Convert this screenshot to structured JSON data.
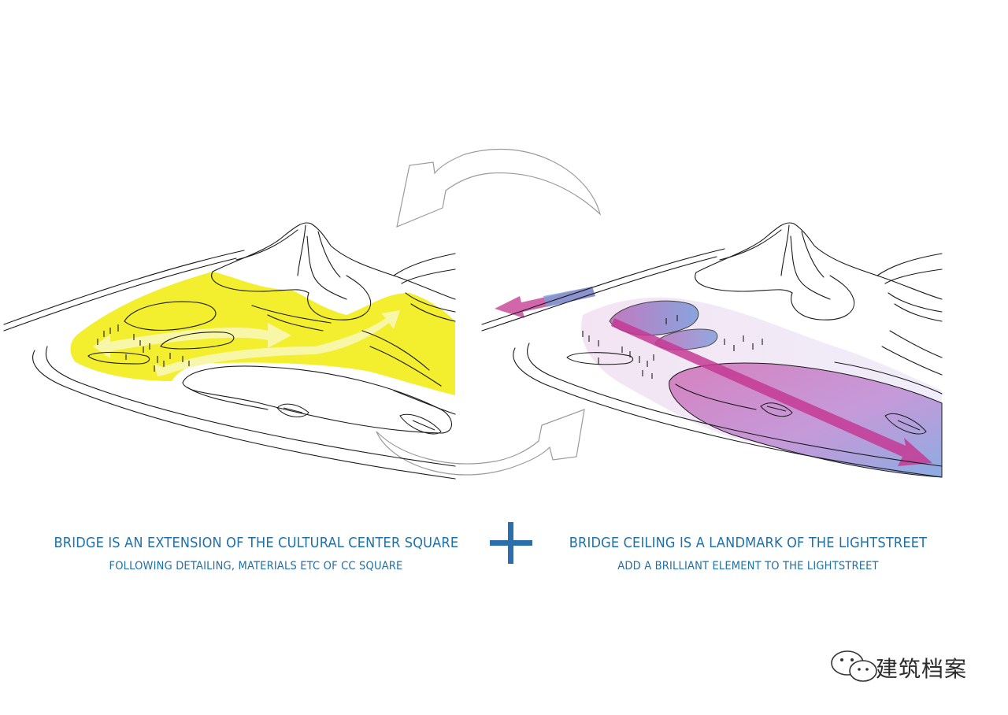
{
  "captions": {
    "left_title": "BRIDGE IS AN EXTENSION OF THE CULTURAL CENTER SQUARE",
    "left_sub": "FOLLOWING DETAILING, MATERIALS ETC OF CC SQUARE",
    "right_title": "BRIDGE CEILING IS A LANDMARK OF THE LIGHTSTREET",
    "right_sub": "ADD A BRILLIANT ELEMENT TO THE LIGHTSTREET"
  },
  "watermark": {
    "text": "建筑档案"
  },
  "colors": {
    "caption_blue": "#1f6fa8",
    "plus_blue": "#2a6eac",
    "square_yellow": "#f2ee2c",
    "light_magenta": "#c2338f",
    "light_blue": "#6f96d6",
    "line_black": "#1a1a1a"
  },
  "icons": {
    "separator": "plus-icon",
    "cycle": "circular-arrows-icon",
    "watermark_logo": "wechat-logo-icon"
  }
}
